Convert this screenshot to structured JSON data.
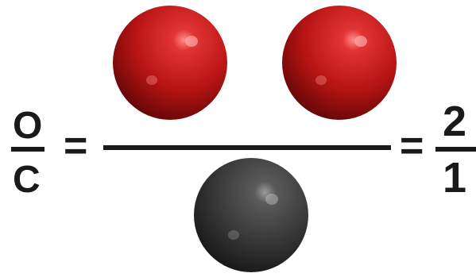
{
  "equation": {
    "left_numerator": "O",
    "left_denominator": "C",
    "equals_1": "=",
    "equals_2": "=",
    "right_numerator": "2",
    "right_denominator": "1"
  },
  "atoms": [
    {
      "element": "O",
      "color": "#c01818",
      "position": "numerator"
    },
    {
      "element": "O",
      "color": "#c01818",
      "position": "numerator"
    },
    {
      "element": "C",
      "color": "#3a3a3a",
      "position": "denominator"
    }
  ],
  "colors": {
    "oxygen": "#c01818",
    "carbon": "#3a3a3a",
    "text": "#1a1a1a"
  }
}
